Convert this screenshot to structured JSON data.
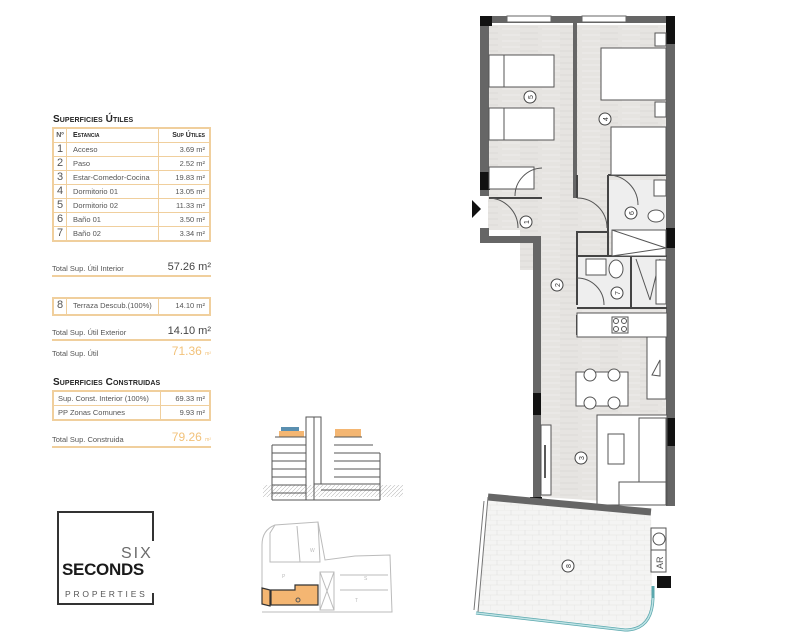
{
  "superficies_utiles": {
    "title": "Superficies Útiles",
    "headers": {
      "num": "Nº",
      "estancia": "Estancia",
      "sup": "Sup Útiles"
    },
    "rows": [
      {
        "num": "1",
        "name": "Acceso",
        "value": "3.69 m²"
      },
      {
        "num": "2",
        "name": "Paso",
        "value": "2.52 m²"
      },
      {
        "num": "3",
        "name": "Estar-Comedor-Cocina",
        "value": "19.83 m²"
      },
      {
        "num": "4",
        "name": "Dormitorio 01",
        "value": "13.05 m²"
      },
      {
        "num": "5",
        "name": "Dormitorio 02",
        "value": "11.33 m²"
      },
      {
        "num": "6",
        "name": "Baño 01",
        "value": "3.50 m²"
      },
      {
        "num": "7",
        "name": "Baño 02",
        "value": "3.34 m²"
      }
    ],
    "total_interior": {
      "label": "Total Sup. Útil Interior",
      "value": "57.26 m²"
    },
    "exterior_rows": [
      {
        "num": "8",
        "name": "Terraza Descub.(100%)",
        "value": "14.10 m²"
      }
    ],
    "total_exterior": {
      "label": "Total Sup. Útil Exterior",
      "value": "14.10 m²"
    },
    "total_util": {
      "label": "Total Sup. Útil",
      "value": "71.36",
      "unit": "m²"
    }
  },
  "superficies_construidas": {
    "title": "Superficies Construidas",
    "rows": [
      {
        "name": "Sup. Const. Interior (100%)",
        "value": "69.33 m²"
      },
      {
        "name": "PP Zonas Comunes",
        "value": "9.93 m²"
      }
    ],
    "total": {
      "label": "Total Sup. Construida",
      "value": "79.26",
      "unit": "m²"
    }
  },
  "logo": {
    "line1": "SIX",
    "line2": "SECONDS",
    "line3": "PROPERTIES"
  },
  "plan": {
    "room_labels": [
      "1",
      "2",
      "3",
      "4",
      "5",
      "6",
      "7",
      "8"
    ],
    "ar_label": "AR",
    "colors": {
      "wall": "#5e5e5e",
      "floor": "#e4e2df",
      "terrace_edge": "#9fd3d6",
      "accent": "#f4b672",
      "table_border": "#f0cf9d"
    }
  }
}
